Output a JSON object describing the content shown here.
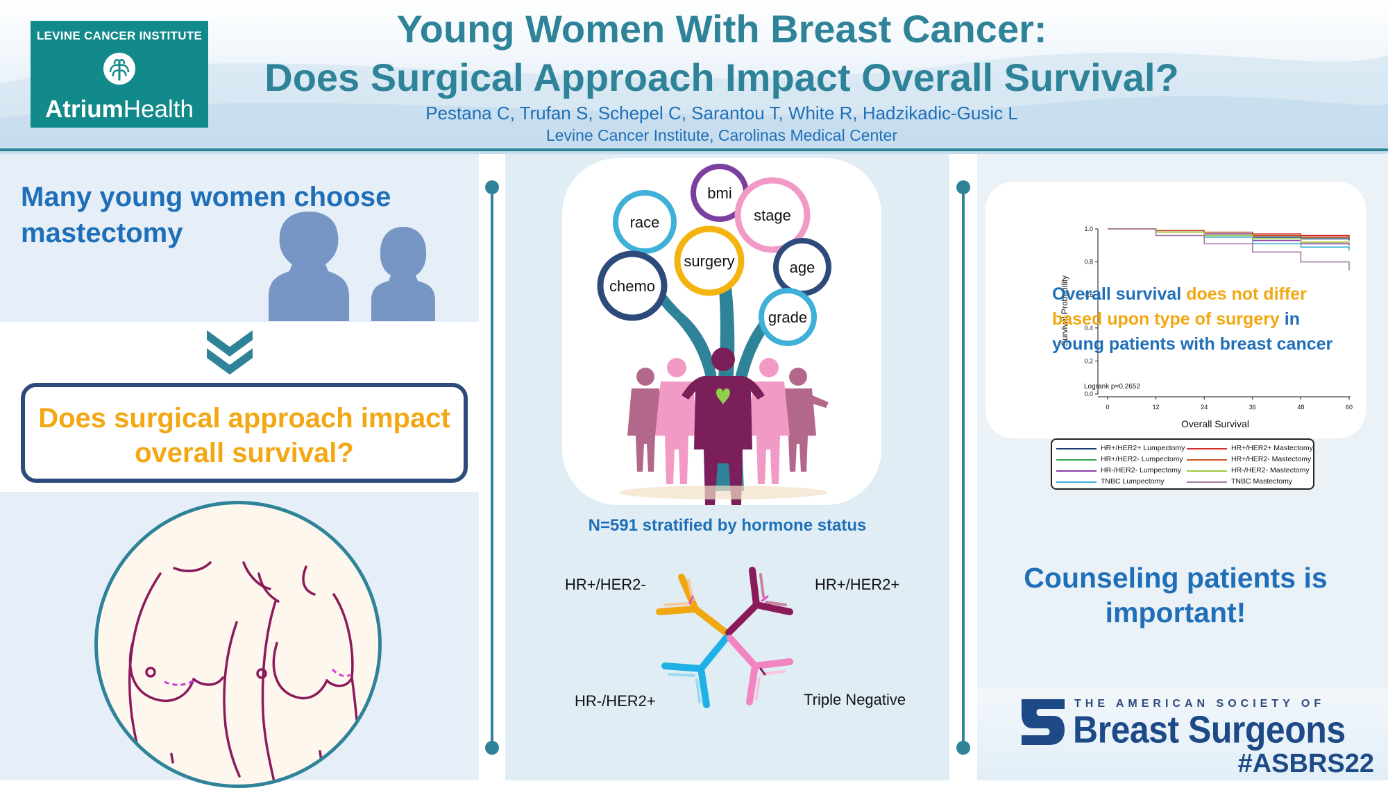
{
  "header": {
    "logo_institute": "LEVINE CANCER INSTITUTE",
    "logo_brand_bold": "Atrium",
    "logo_brand_light": "Health",
    "title_line1": "Young Women With Breast Cancer:",
    "title_line2": "Does Surgical Approach Impact Overall Survival?",
    "authors": "Pestana C, Trufan S, Schepel C, Sarantou T, White R, Hadzikadic-Gusic L",
    "affiliation": "Levine Cancer Institute, Carolinas Medical Center"
  },
  "left": {
    "intro": "Many young women choose mastectomy",
    "question": "Does surgical approach impact overall survival?"
  },
  "middle": {
    "tree_bubbles": [
      "bmi",
      "race",
      "stage",
      "surgery",
      "age",
      "chemo",
      "grade"
    ],
    "cohort": "N=591 stratified by hormone status",
    "subtypes": {
      "hr_pos_her2_neg": "HR+/HER2-",
      "hr_pos_her2_pos": "HR+/HER2+",
      "hr_neg_her2_pos": "HR-/HER2+",
      "triple_negative": "Triple Negative"
    }
  },
  "right": {
    "km_callout": {
      "part1": "Overall survival ",
      "part2": "does not differ based upon type of surgery",
      "part3": " in young patients with breast cancer"
    },
    "counsel": "Counseling patients is important!",
    "society_top": "THE AMERICAN SOCIETY OF",
    "society_main": "Breast Surgeons",
    "hashtag": "#ASBRS22"
  },
  "chart_data": {
    "type": "line",
    "title": "",
    "xlabel": "Overall Survival",
    "ylabel": "Survival Probability",
    "xticks": [
      "0",
      "12",
      "24",
      "36",
      "48",
      "60"
    ],
    "yticks": [
      "0.0",
      "0.2",
      "0.4",
      "0.6",
      "0.8",
      "1.0"
    ],
    "xlim": [
      0,
      60
    ],
    "ylim": [
      0,
      1
    ],
    "annotation": "Logrank p=0.2652",
    "series": [
      {
        "name": "HR+/HER2+ Lumpectomy",
        "color": "#1b3f73",
        "x": [
          0,
          6,
          12,
          24,
          36,
          48,
          60
        ],
        "y": [
          1.0,
          1.0,
          0.99,
          0.97,
          0.95,
          0.94,
          0.93
        ]
      },
      {
        "name": "HR+/HER2- Lumpectomy",
        "color": "#2ea84a",
        "x": [
          0,
          6,
          12,
          24,
          36,
          48,
          60
        ],
        "y": [
          1.0,
          1.0,
          0.99,
          0.98,
          0.96,
          0.95,
          0.94
        ]
      },
      {
        "name": "HR-/HER2- Lumpectomy",
        "color": "#8b3fa8",
        "x": [
          0,
          6,
          12,
          24,
          36,
          48,
          60
        ],
        "y": [
          1.0,
          1.0,
          0.98,
          0.97,
          0.93,
          0.91,
          0.9
        ]
      },
      {
        "name": "TNBC Lumpectomy",
        "color": "#3fb0d8",
        "x": [
          0,
          6,
          12,
          24,
          36,
          48,
          60
        ],
        "y": [
          1.0,
          1.0,
          0.98,
          0.95,
          0.91,
          0.89,
          0.87
        ]
      },
      {
        "name": "HR+/HER2+ Mastectomy",
        "color": "#d22c2c",
        "x": [
          0,
          6,
          12,
          24,
          36,
          48,
          60
        ],
        "y": [
          1.0,
          1.0,
          0.99,
          0.98,
          0.97,
          0.96,
          0.95
        ]
      },
      {
        "name": "HR+/HER2- Mastectomy",
        "color": "#c8521e",
        "x": [
          0,
          6,
          12,
          24,
          36,
          48,
          60
        ],
        "y": [
          1.0,
          1.0,
          0.99,
          0.98,
          0.96,
          0.95,
          0.94
        ]
      },
      {
        "name": "HR-/HER2- Mastectomy",
        "color": "#9fc83a",
        "x": [
          0,
          6,
          12,
          24,
          36,
          48,
          60
        ],
        "y": [
          1.0,
          1.0,
          0.98,
          0.96,
          0.94,
          0.92,
          0.91
        ]
      },
      {
        "name": "TNBC Mastectomy",
        "color": "#a87aa8",
        "x": [
          0,
          6,
          12,
          24,
          36,
          48,
          60
        ],
        "y": [
          1.0,
          1.0,
          0.96,
          0.91,
          0.86,
          0.8,
          0.75
        ]
      }
    ]
  }
}
